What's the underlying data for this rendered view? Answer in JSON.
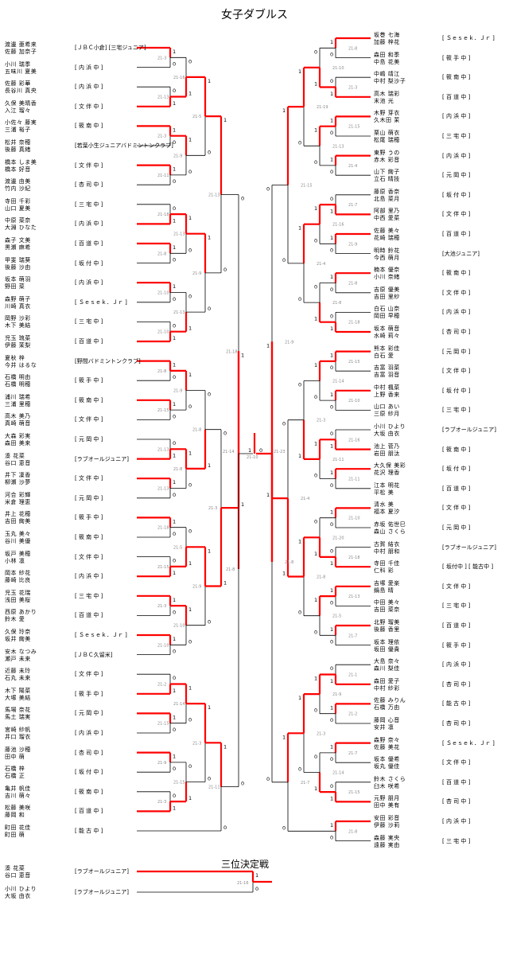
{
  "title": "女子ダブルス",
  "third_place_title": "三位決定戦",
  "left_entries": [
    {
      "names": [
        "渡邊 亜希来",
        "佐藤 加奈子"
      ],
      "club": "[ＪＢＣ小倉] [三宅ジュニア]"
    },
    {
      "names": [
        "小川 瑞季",
        "五味川 夏美"
      ],
      "club": "[ 内 浜 中 ]"
    },
    {
      "names": [
        "佐藤 彩華",
        "長谷川 真央"
      ],
      "club": "[ 内 浜 中 ]"
    },
    {
      "names": [
        "久保 美晴香",
        "入江 瑠々"
      ],
      "club": "[ 文 伴 中 ]"
    },
    {
      "names": [
        "小佐々 藤実",
        "三浦 裕子"
      ],
      "club": "[ 筱 南 中 ]"
    },
    {
      "names": [
        "松井 奈穂",
        "後藤 真緒"
      ],
      "club": "[若葉小生ジュニアバドミントンクラブ]"
    },
    {
      "names": [
        "橋本 しま美",
        "橋本 好音"
      ],
      "club": "[ 文 伴 中 ]"
    },
    {
      "names": [
        "渡邊 由美",
        "竹内 沙紀"
      ],
      "club": "[ 杏 司 中 ]"
    },
    {
      "names": [
        "寺田 千彩",
        "山口 夏美"
      ],
      "club": "[ 三 宅 中 ]"
    },
    {
      "names": [
        "中原 菜奈",
        "大淵 ひなた"
      ],
      "club": "[ 内 浜 中 ]"
    },
    {
      "names": [
        "森子 文美",
        "黒瀬 麻希"
      ],
      "club": "[ 百 道 中 ]"
    },
    {
      "names": [
        "甲斐 瑞葵",
        "後藤 沙由"
      ],
      "club": "[ 坂 付 中 ]"
    },
    {
      "names": [
        "坂本 萌羽",
        "野田 菜"
      ],
      "club": "[ 内 浜 中 ]"
    },
    {
      "names": [
        "森野 萌子",
        "川崎 真衣"
      ],
      "club": "[ Ｓｅｓｅｋ．Ｊｒ ]"
    },
    {
      "names": [
        "岡野 沙彩",
        "木下 美結"
      ],
      "club": "[ 三 宅 中 ]"
    },
    {
      "names": [
        "児玉 琉菜",
        "伊藤 茉梨"
      ],
      "club": "[ 百 道 中 ]"
    },
    {
      "names": [
        "夏秋 梓",
        "今井 はるな"
      ],
      "club": "[野間バドミントンクラブ]"
    },
    {
      "names": [
        "石橋 明由",
        "石橋 明穂"
      ],
      "club": "[ 筱 手 中 ]"
    },
    {
      "names": [
        "浦川 瑞希",
        "三浦 里穂"
      ],
      "club": "[ 筱 南 中 ]"
    },
    {
      "names": [
        "高木 美乃",
        "真崎 萌音"
      ],
      "club": "[ 文 伴 中 ]"
    },
    {
      "names": [
        "大森 彩実",
        "森田 美来"
      ],
      "club": "[ 元 岡 中 ]"
    },
    {
      "names": [
        "湊 花菜",
        "谷口 恵音"
      ],
      "club": "[ラブオールジュニア]"
    },
    {
      "names": [
        "井下 凜香",
        "柳瀬 沙夢"
      ],
      "club": "[ 文 伴 中 ]"
    },
    {
      "names": [
        "河合 彩輝",
        "米倉 理恵"
      ],
      "club": "[ 元 岡 中 ]"
    },
    {
      "names": [
        "井上 花穂",
        "吉田 絢美"
      ],
      "club": "[ 筱 手 中 ]"
    },
    {
      "names": [
        "玉丸 美々",
        "谷川 美優"
      ],
      "club": "[ 筱 南 中 ]"
    },
    {
      "names": [
        "坂戸 美穂",
        "小林 凛"
      ],
      "club": "[ 文 伴 中 ]"
    },
    {
      "names": [
        "岡本 紗花",
        "藤崎 比良"
      ],
      "club": "[ 内 浜 中 ]"
    },
    {
      "names": [
        "児玉 花瑞",
        "浅田 美桜"
      ],
      "club": "[ 三 宅 中 ]"
    },
    {
      "names": [
        "西原 あかり",
        "鈴木 愛"
      ],
      "club": "[ 百 道 中 ]"
    },
    {
      "names": [
        "久保 玲奈",
        "坂井 絢美"
      ],
      "club": "[ Ｓｅｓｅｋ．Ｊｒ ]"
    },
    {
      "names": [
        "安木 なつみ",
        "瀬戸 未来"
      ],
      "club": "[ＪＢＣ久留米]"
    },
    {
      "names": [
        "近藤 未玲",
        "石丸 未来"
      ],
      "club": "[ 文 伴 中 ]"
    },
    {
      "names": [
        "木下 陽菜",
        "大塚 美結"
      ],
      "club": "[ 筱 手 中 ]"
    },
    {
      "names": [
        "馬場 奈花",
        "馬土 瑞実"
      ],
      "club": "[ 元 岡 中 ]"
    },
    {
      "names": [
        "宮崎 紗帆",
        "井口 瑠衣"
      ],
      "club": "[ 内 浜 中 ]"
    },
    {
      "names": [
        "藤池 沙穂",
        "田中 萌"
      ],
      "club": "[ 杏 司 中 ]"
    },
    {
      "names": [
        "石橋 梓",
        "石橋 正"
      ],
      "club": "[ 坂 付 中 ]"
    },
    {
      "names": [
        "亀井 帆佳",
        "吉川 萌々"
      ],
      "club": "[ 筱 南 中 ]"
    },
    {
      "names": [
        "松藤 美咲",
        "藤岡 和"
      ],
      "club": "[ 百 道 中 ]"
    },
    {
      "names": [
        "町田 花佳",
        "町田 萌"
      ],
      "club": "[ 能 古 中 ]"
    }
  ],
  "right_entries": [
    {
      "names": [
        "坂巻 七海",
        "加藤 梓花"
      ],
      "club": "[ Ｓｅｓｅｋ．Ｊｒ ]"
    },
    {
      "names": [
        "森田 和季",
        "中島 花美"
      ],
      "club": "[ 筱 手 中 ]"
    },
    {
      "names": [
        "中嶋 靖江",
        "中村 梨沙子"
      ],
      "club": "[ 筱 南 中 ]"
    },
    {
      "names": [
        "高木 瑞彩",
        "末池 光"
      ],
      "club": "[ 百 道 中 ]"
    },
    {
      "names": [
        "木野 芽衣",
        "久木田 茉"
      ],
      "club": "[ 内 浜 中 ]"
    },
    {
      "names": [
        "栗山 萌衣",
        "松尾 瑞穂"
      ],
      "club": "[ 三 宅 中 ]"
    },
    {
      "names": [
        "東野 うの",
        "赤木 彩音"
      ],
      "club": "[ 内 浜 中 ]"
    },
    {
      "names": [
        "山下 絢子",
        "立石 晴技"
      ],
      "club": "[ 元 岡 中 ]"
    },
    {
      "names": [
        "藤原 香奈",
        "北島 菜月"
      ],
      "club": "[ 坂 付 中 ]"
    },
    {
      "names": [
        "阿部 里乃",
        "中西 愛菜"
      ],
      "club": "[ 文 伴 中 ]"
    },
    {
      "names": [
        "佐藤 美々",
        "花崎 瑞穂"
      ],
      "club": "[ 百 道 中 ]"
    },
    {
      "names": [
        "明時 鈴花",
        "今西 萌月"
      ],
      "club": "[大池ジュニア]"
    },
    {
      "names": [
        "楠本 優奈",
        "小川 奈緒"
      ],
      "club": "[ 筱 南 中 ]"
    },
    {
      "names": [
        "吉原 優美",
        "吉田 里紗"
      ],
      "club": "[ 文 伴 中 ]"
    },
    {
      "names": [
        "白石 山奈",
        "岡田 早穂"
      ],
      "club": "[ 内 浜 中 ]"
    },
    {
      "names": [
        "坂本 萌音",
        "水崎 莉々"
      ],
      "club": "[ 杏 司 中 ]"
    },
    {
      "names": [
        "熊本 彩佳",
        "白石 愛"
      ],
      "club": "[ 元 岡 中 ]"
    },
    {
      "names": [
        "吉富 羽菜",
        "吉富 羽音"
      ],
      "club": "[ 文 伴 中 ]"
    },
    {
      "names": [
        "中村 楓菜",
        "上野 香来"
      ],
      "club": "[ 坂 付 中 ]"
    },
    {
      "names": [
        "山口 あい",
        "三原 紗月"
      ],
      "club": "[ 三 宅 中 ]"
    },
    {
      "names": [
        "小川 ひより",
        "大坂 由衣"
      ],
      "club": "[ラブオールジュニア]"
    },
    {
      "names": [
        "池上 菅乃",
        "岩田 朋汰"
      ],
      "club": "[ 筱 南 中 ]"
    },
    {
      "names": [
        "大久保 美彩",
        "花沢 理香"
      ],
      "club": "[ 坂 付 中 ]"
    },
    {
      "names": [
        "江本 明花",
        "平松 美"
      ],
      "club": "[ 百 道 中 ]"
    },
    {
      "names": [
        "清水 美",
        "福本 夏汐"
      ],
      "club": "[ 文 伴 中 ]"
    },
    {
      "names": [
        "赤坂 佑世巳",
        "森山 さくら"
      ],
      "club": "[ 元 岡 中 ]"
    },
    {
      "names": [
        "古賀 結衣",
        "中村 朋和"
      ],
      "club": "[ラブオールジュニア]"
    },
    {
      "names": [
        "寺田 千佳",
        "仁科 彩"
      ],
      "club": "[ 坂付中 ] [ 能古中 ]"
    },
    {
      "names": [
        "吉塚 愛楽",
        "鍋島 晴"
      ],
      "club": "[ 文 伴 中 ]"
    },
    {
      "names": [
        "中田 美々",
        "吉田 菜奈"
      ],
      "club": "[ 三 宅 中 ]"
    },
    {
      "names": [
        "北野 瑠美",
        "後藤 香里"
      ],
      "club": "[ 百 道 中 ]"
    },
    {
      "names": [
        "坂本 理依",
        "坂田 優貴"
      ],
      "club": "[ 筱 手 中 ]"
    },
    {
      "names": [
        "大島 奈々",
        "森川 梨佳"
      ],
      "club": "[ 内 浜 中 ]"
    },
    {
      "names": [
        "森田 愛子",
        "中村 紗彩"
      ],
      "club": "[ 杏 司 中 ]"
    },
    {
      "names": [
        "佐藤 みりん",
        "石橋 万由"
      ],
      "club": "[ 能 古 中 ]"
    },
    {
      "names": [
        "藤岡 心音",
        "安井 凛"
      ],
      "club": "[ 杏 司 中 ]"
    },
    {
      "names": [
        "森野 奈々",
        "佐藤 美花"
      ],
      "club": "[ Ｓｅｓｅｋ．Ｊｒ ]"
    },
    {
      "names": [
        "坂本 優希",
        "坂丸 優佳"
      ],
      "club": "[ 文 伴 中 ]"
    },
    {
      "names": [
        "鈴木 さくら",
        "臼木 咲希"
      ],
      "club": "[ 百 道 中 ]"
    },
    {
      "names": [
        "元野 朋月",
        "田中 美有"
      ],
      "club": "[ 杏 司 中 ]"
    },
    {
      "names": [
        "安田 彩音",
        "伊藤 沙莉"
      ],
      "club": "[ 内 浜 中 ]"
    },
    {
      "names": [
        "森藤 実央",
        "遠藤 実由"
      ],
      "club": "[ 三 宅 中 ]"
    }
  ],
  "third_place_entries": [
    {
      "names": [
        "湊 花菜",
        "谷口 恵音"
      ],
      "club": "[ラブオールジュニア]"
    },
    {
      "names": [
        "小川 ひより",
        "大坂 由衣"
      ],
      "club": "[ラブオールジュニア]"
    }
  ],
  "scores": {
    "left": [
      "21-3",
      "21-13",
      "21-3",
      "21-11",
      "21-18",
      "21-8",
      "21-10",
      "21-10",
      "21-8",
      "21-15",
      "21-13",
      "21-13",
      "21-18",
      "21-15",
      "21-3",
      "21-10",
      "21-2",
      "21-15",
      "21-9",
      "21-3",
      "21-16",
      "21-9",
      "21-13",
      "21-13",
      "21-9",
      "21-8",
      "21-5",
      "21-10",
      "21-14",
      "21-15",
      "21-5",
      "21-9",
      "21-8",
      "21-9"
    ],
    "right": [
      "21-8",
      "21-3",
      "21-15",
      "21-4",
      "21-7",
      "21-9",
      "21-8",
      "21-18",
      "21-15",
      "21-10",
      "21-16",
      "21-11",
      "21-10",
      "21-18",
      "21-13",
      "21-7",
      "21-1",
      "21-2",
      "21-7",
      "21-15",
      "21-8",
      "21-10",
      "21-13",
      "21-16",
      "21-8",
      "21-14",
      "21-11",
      "21-20",
      "21-5",
      "21-9",
      "21-14",
      "21-19",
      "21-4",
      "21-3"
    ],
    "final_left": "21-14",
    "final": "21-10",
    "final_right": "21-23",
    "third": "21-16"
  },
  "colors": {
    "win": "#ff0000",
    "line": "#000000"
  }
}
